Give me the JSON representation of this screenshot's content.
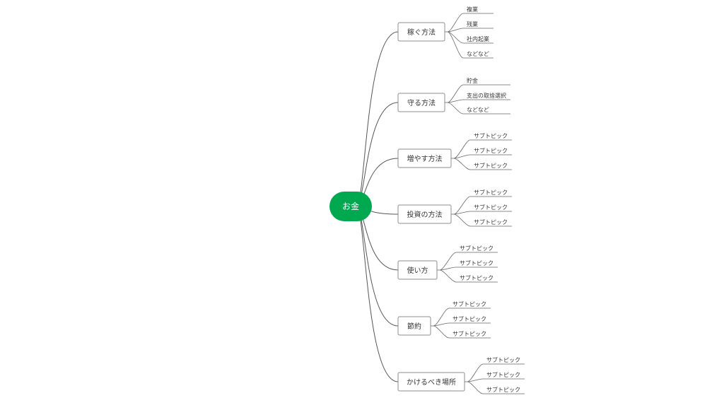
{
  "root": {
    "label": "お金",
    "color": "#00a84f"
  },
  "topics": [
    {
      "label": "稼ぐ方法",
      "subtopics": [
        "複業",
        "残業",
        "社内起業",
        "などなど"
      ]
    },
    {
      "label": "守る方法",
      "subtopics": [
        "貯金",
        "支出の取捨選択",
        "などなど"
      ]
    },
    {
      "label": "増やす方法",
      "subtopics": [
        "サブトピック",
        "サブトピック",
        "サブトピック"
      ]
    },
    {
      "label": "投資の方法",
      "subtopics": [
        "サブトピック",
        "サブトピック",
        "サブトピック"
      ]
    },
    {
      "label": "使い方",
      "subtopics": [
        "サブトピック",
        "サブトピック",
        "サブトピック"
      ]
    },
    {
      "label": "節約",
      "subtopics": [
        "サブトピック",
        "サブトピック",
        "サブトピック"
      ]
    },
    {
      "label": "かけるべき場所",
      "subtopics": [
        "サブトピック",
        "サブトピック",
        "サブトピック"
      ]
    }
  ]
}
